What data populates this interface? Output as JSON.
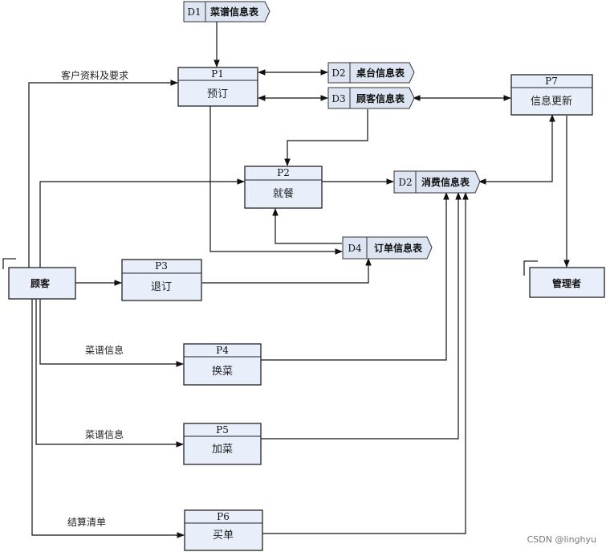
{
  "processes": {
    "p1": {
      "id": "P1",
      "name": "预订"
    },
    "p2": {
      "id": "P2",
      "name": "就餐"
    },
    "p3": {
      "id": "P3",
      "name": "退订"
    },
    "p4": {
      "id": "P4",
      "name": "换菜"
    },
    "p5": {
      "id": "P5",
      "name": "加菜"
    },
    "p6": {
      "id": "P6",
      "name": "买单"
    },
    "p7": {
      "id": "P7",
      "name": "信息更新"
    }
  },
  "stores": {
    "s_menu": {
      "id": "D1",
      "name": "菜谱信息表"
    },
    "s_table": {
      "id": "D2",
      "name": "桌台信息表"
    },
    "s_customer": {
      "id": "D3",
      "name": "顾客信息表"
    },
    "s_consume": {
      "id": "D2",
      "name": "消费信息表"
    },
    "s_order": {
      "id": "D4",
      "name": "订单信息表"
    }
  },
  "entities": {
    "customer": "顾客",
    "admin": "管理者"
  },
  "flow_labels": {
    "customer_info": "客户资料及要求",
    "menu_info_1": "菜谱信息",
    "menu_info_2": "菜谱信息",
    "bill": "结算清单"
  },
  "watermark": "CSDN @linghyu"
}
